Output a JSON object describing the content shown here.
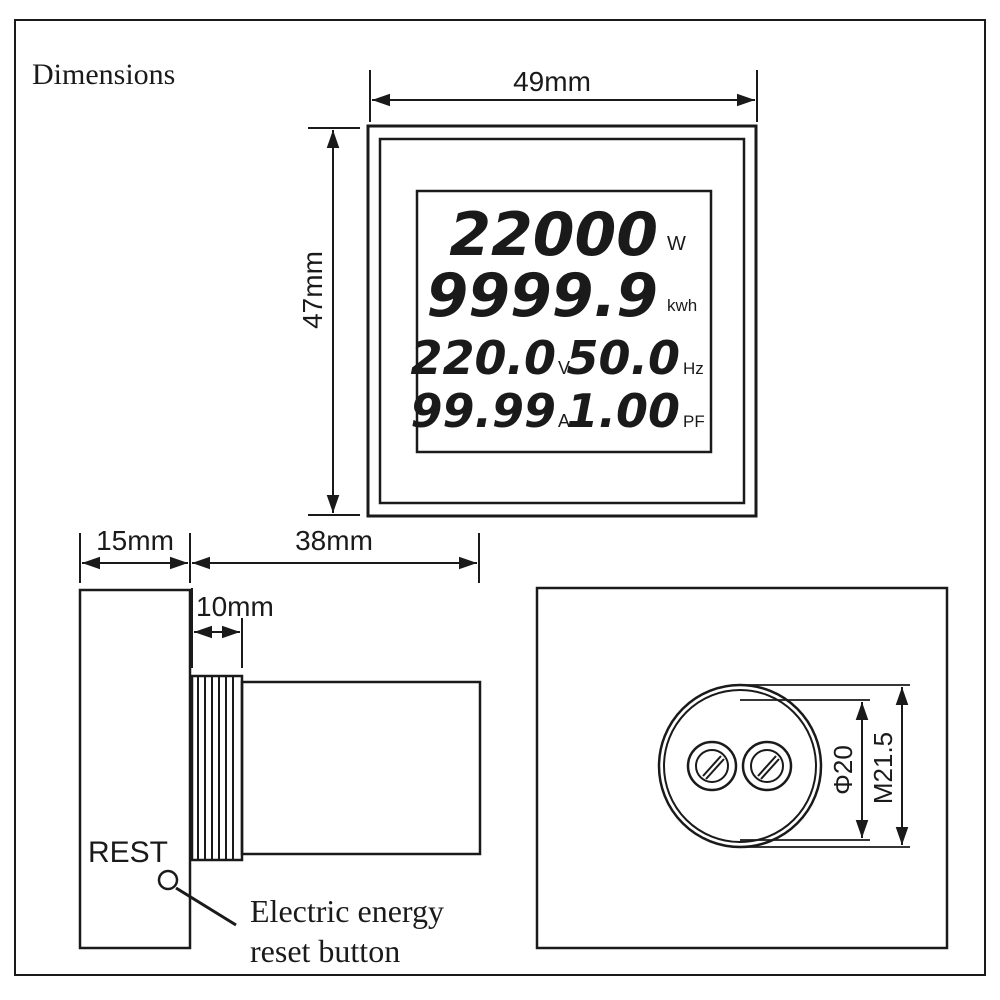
{
  "title": "Dimensions",
  "dimensions": {
    "width": "49mm",
    "height": "47mm",
    "front_depth": "15mm",
    "body_length": "38mm",
    "thread_length": "10mm",
    "inner_diameter": "Φ20",
    "thread_size": "M21.5"
  },
  "display": {
    "power_value": "22000",
    "power_unit": "W",
    "energy_value": "9999.9",
    "energy_unit": "kwh",
    "voltage_value": "220.0",
    "voltage_unit": "V",
    "frequency_value": "50.0",
    "frequency_unit": "Hz",
    "current_value": "99.99",
    "current_unit": "A",
    "pf_value": "1.00",
    "pf_unit": "PF"
  },
  "side_view": {
    "reset_label": "REST",
    "annotation_line1": "Electric energy",
    "annotation_line2": "reset button"
  },
  "colors": {
    "line": "#1a1a1a",
    "background": "#ffffff"
  }
}
